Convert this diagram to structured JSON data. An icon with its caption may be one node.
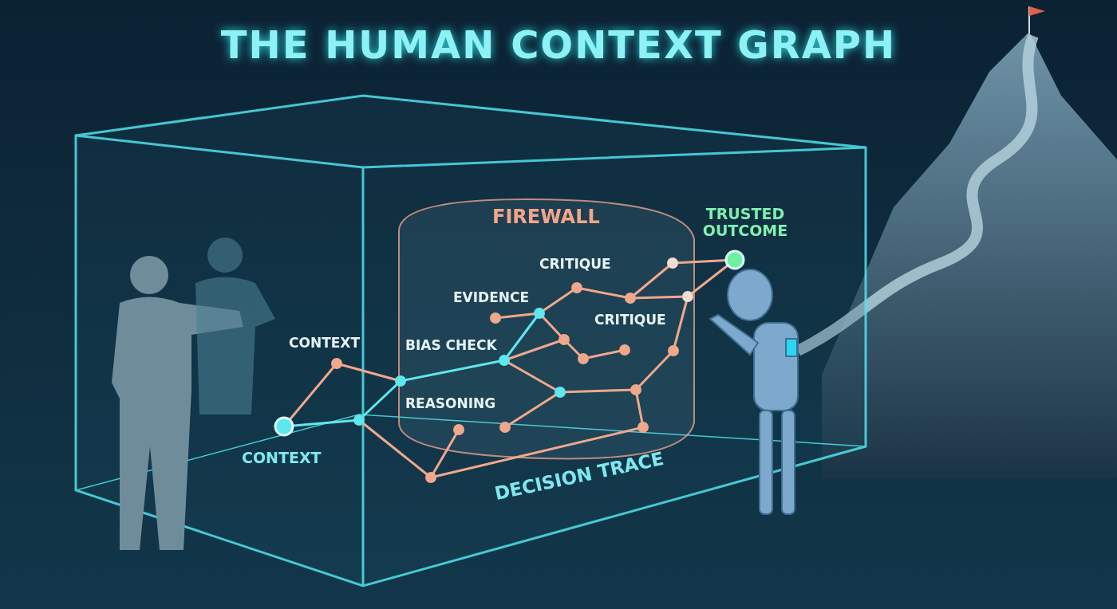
{
  "diagram": {
    "title": "THE HUMAN CONTEXT GRAPH",
    "labels": [
      "FIREWALL",
      "TRUSTED OUTCOME",
      "CRITIQUE",
      "EVIDENCE",
      "CRITIQUE",
      "CONTEXT",
      "BIAS CHECK",
      "REASONING",
      "CONTEXT",
      "DECISION TRACE"
    ]
  }
}
